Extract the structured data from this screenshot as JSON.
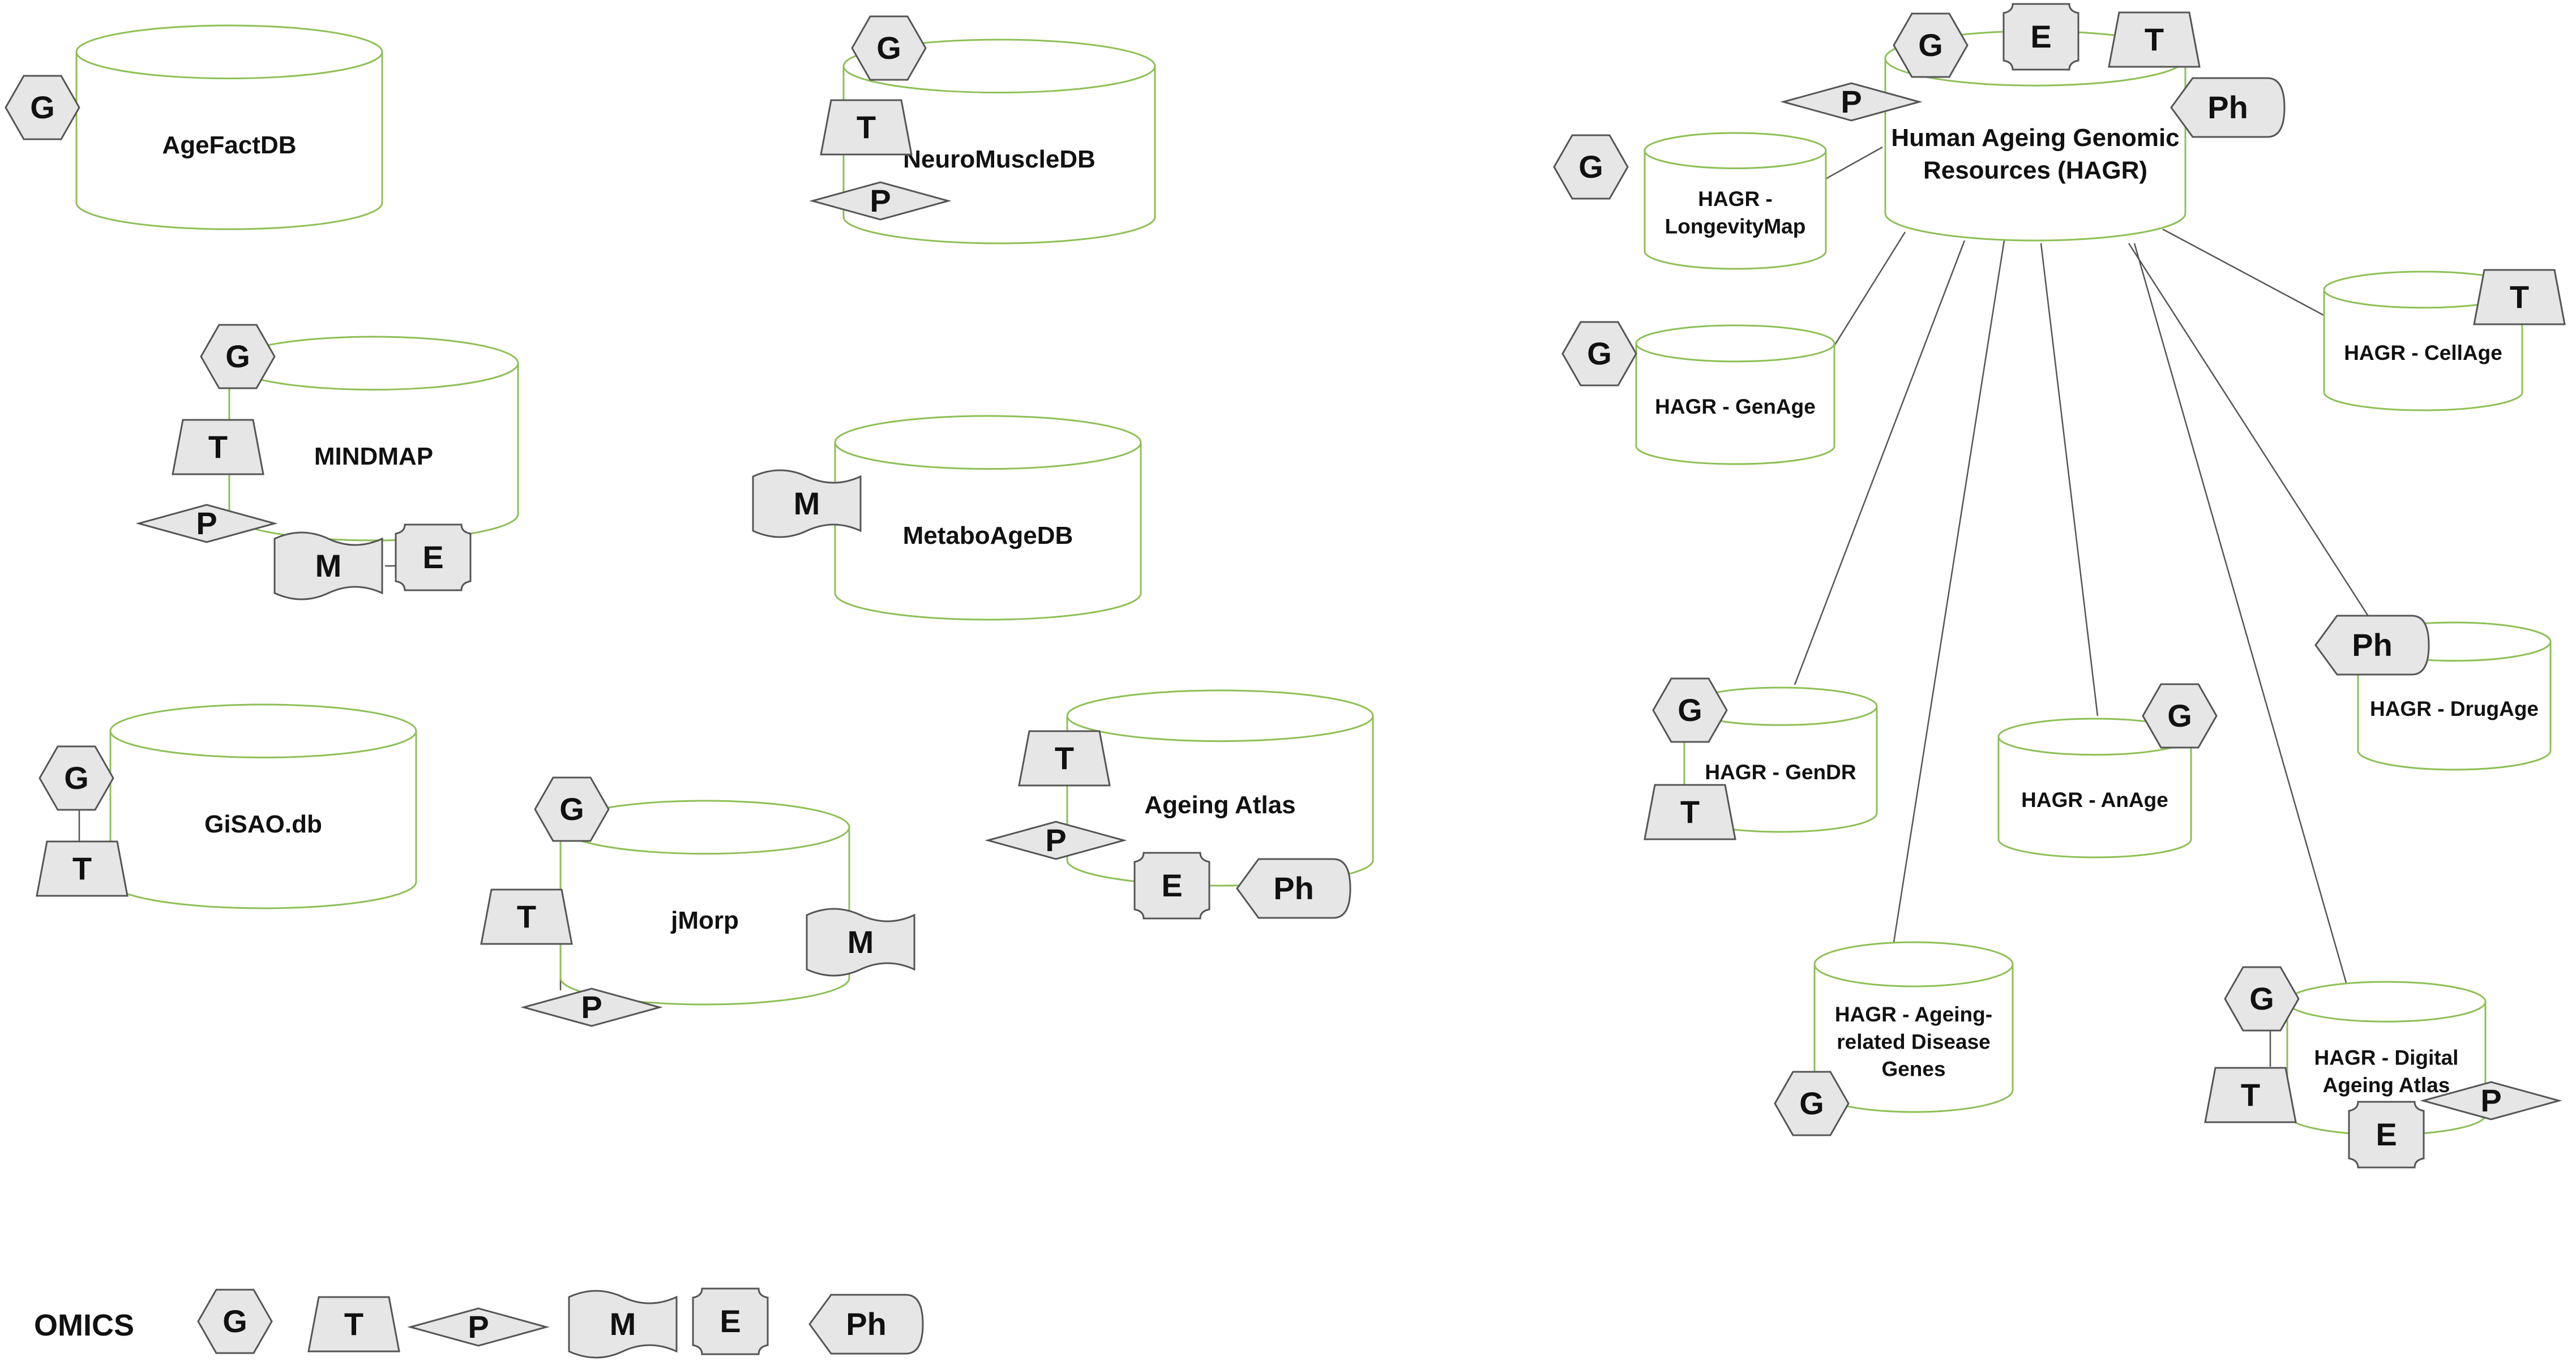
{
  "colors": {
    "cylinder_stroke": "#8dbf55",
    "badge_fill": "#e6e6e6",
    "badge_stroke": "#555555",
    "line": "#555555",
    "text": "#111111"
  },
  "databases": [
    {
      "id": "agefactdb",
      "lines": [
        "AgeFactDB"
      ],
      "badges": [
        "G"
      ]
    },
    {
      "id": "neuromuscledb",
      "lines": [
        "NeuroMuscleDB"
      ],
      "badges": [
        "G",
        "T",
        "P"
      ]
    },
    {
      "id": "mindmap",
      "lines": [
        "MINDMAP"
      ],
      "badges": [
        "G",
        "T",
        "P",
        "M",
        "E"
      ]
    },
    {
      "id": "metaboagedb",
      "lines": [
        "MetaboAgeDB"
      ],
      "badges": [
        "M"
      ]
    },
    {
      "id": "gisao",
      "lines": [
        "GiSAO.db"
      ],
      "badges": [
        "G",
        "T"
      ]
    },
    {
      "id": "jmorp",
      "lines": [
        "jMorp"
      ],
      "badges": [
        "G",
        "T",
        "P",
        "M"
      ]
    },
    {
      "id": "ageing-atlas",
      "lines": [
        "Ageing Atlas"
      ],
      "badges": [
        "T",
        "P",
        "E",
        "Ph"
      ]
    },
    {
      "id": "hagr",
      "lines": [
        "Human Ageing Genomic",
        "Resources (HAGR)"
      ],
      "badges": [
        "G",
        "E",
        "T",
        "P",
        "Ph"
      ]
    },
    {
      "id": "hagr-longevitymap",
      "lines": [
        "HAGR -",
        "LongevityMap"
      ],
      "badges": [
        "G"
      ]
    },
    {
      "id": "hagr-genage",
      "lines": [
        "HAGR - GenAge"
      ],
      "badges": [
        "G"
      ]
    },
    {
      "id": "hagr-cellage",
      "lines": [
        "HAGR - CellAge"
      ],
      "badges": [
        "T"
      ]
    },
    {
      "id": "hagr-drugage",
      "lines": [
        "HAGR - DrugAge"
      ],
      "badges": [
        "Ph"
      ]
    },
    {
      "id": "hagr-gendr",
      "lines": [
        "HAGR - GenDR"
      ],
      "badges": [
        "G",
        "T"
      ]
    },
    {
      "id": "hagr-anage",
      "lines": [
        "HAGR - AnAge"
      ],
      "badges": [
        "G"
      ]
    },
    {
      "id": "hagr-ageing-related-disease-genes",
      "lines": [
        "HAGR - Ageing-",
        "related Disease",
        "Genes"
      ],
      "badges": [
        "G"
      ]
    },
    {
      "id": "hagr-digital-ageing-atlas",
      "lines": [
        "HAGR - Digital",
        "Ageing Atlas"
      ],
      "badges": [
        "G",
        "T",
        "P",
        "E"
      ]
    }
  ],
  "legend": {
    "title": "OMICS",
    "items": [
      {
        "code": "G",
        "shape": "hexagon"
      },
      {
        "code": "T",
        "shape": "trapezoid"
      },
      {
        "code": "P",
        "shape": "diamond"
      },
      {
        "code": "M",
        "shape": "wave"
      },
      {
        "code": "E",
        "shape": "notched"
      },
      {
        "code": "Ph",
        "shape": "pentagon"
      }
    ]
  },
  "links": [
    [
      "hagr",
      "hagr-longevitymap"
    ],
    [
      "hagr",
      "hagr-genage"
    ],
    [
      "hagr",
      "hagr-cellage"
    ],
    [
      "hagr",
      "hagr-drugage"
    ],
    [
      "hagr",
      "hagr-gendr"
    ],
    [
      "hagr",
      "hagr-anage"
    ],
    [
      "hagr",
      "hagr-ageing-related-disease-genes"
    ],
    [
      "hagr",
      "hagr-digital-ageing-atlas"
    ]
  ]
}
